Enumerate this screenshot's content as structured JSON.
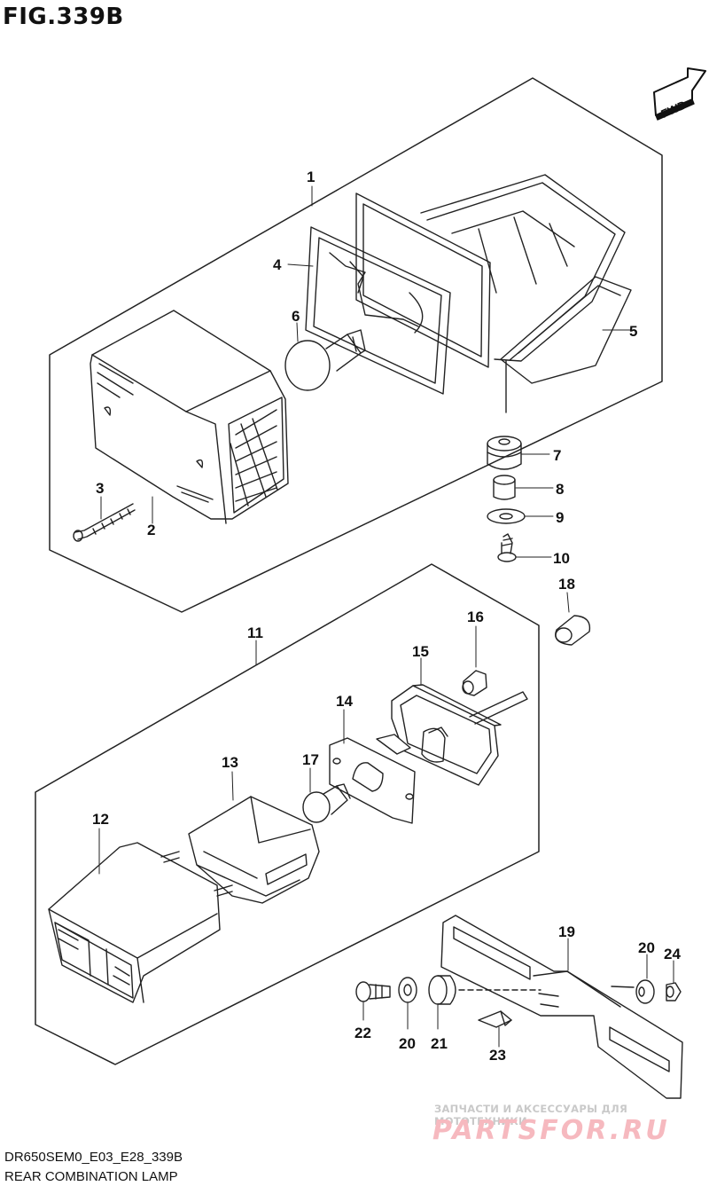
{
  "figure": {
    "title": "FIG.339B",
    "fwd_label": "FWD",
    "code": "DR650SEM0_E03_E28_339B",
    "name": "REAR COMBINATION LAMP"
  },
  "watermark": {
    "tagline": "ЗАПЧАСТИ И АКСЕССУАРЫ ДЛЯ МОТОТЕХНИКИ",
    "brand": "PARTSFOR.RU"
  },
  "parts": [
    {
      "id": "part-1",
      "number": "1"
    },
    {
      "id": "part-2",
      "number": "2"
    },
    {
      "id": "part-3",
      "number": "3"
    },
    {
      "id": "part-4",
      "number": "4"
    },
    {
      "id": "part-5",
      "number": "5"
    },
    {
      "id": "part-6",
      "number": "6"
    },
    {
      "id": "part-7",
      "number": "7"
    },
    {
      "id": "part-8",
      "number": "8"
    },
    {
      "id": "part-9",
      "number": "9"
    },
    {
      "id": "part-10",
      "number": "10"
    },
    {
      "id": "part-11",
      "number": "11"
    },
    {
      "id": "part-12",
      "number": "12"
    },
    {
      "id": "part-13",
      "number": "13"
    },
    {
      "id": "part-14",
      "number": "14"
    },
    {
      "id": "part-15",
      "number": "15"
    },
    {
      "id": "part-16",
      "number": "16"
    },
    {
      "id": "part-17",
      "number": "17"
    },
    {
      "id": "part-18",
      "number": "18"
    },
    {
      "id": "part-19",
      "number": "19"
    },
    {
      "id": "part-20a",
      "number": "20"
    },
    {
      "id": "part-20b",
      "number": "20"
    },
    {
      "id": "part-21",
      "number": "21"
    },
    {
      "id": "part-22",
      "number": "22"
    },
    {
      "id": "part-23",
      "number": "23"
    },
    {
      "id": "part-24",
      "number": "24"
    }
  ]
}
